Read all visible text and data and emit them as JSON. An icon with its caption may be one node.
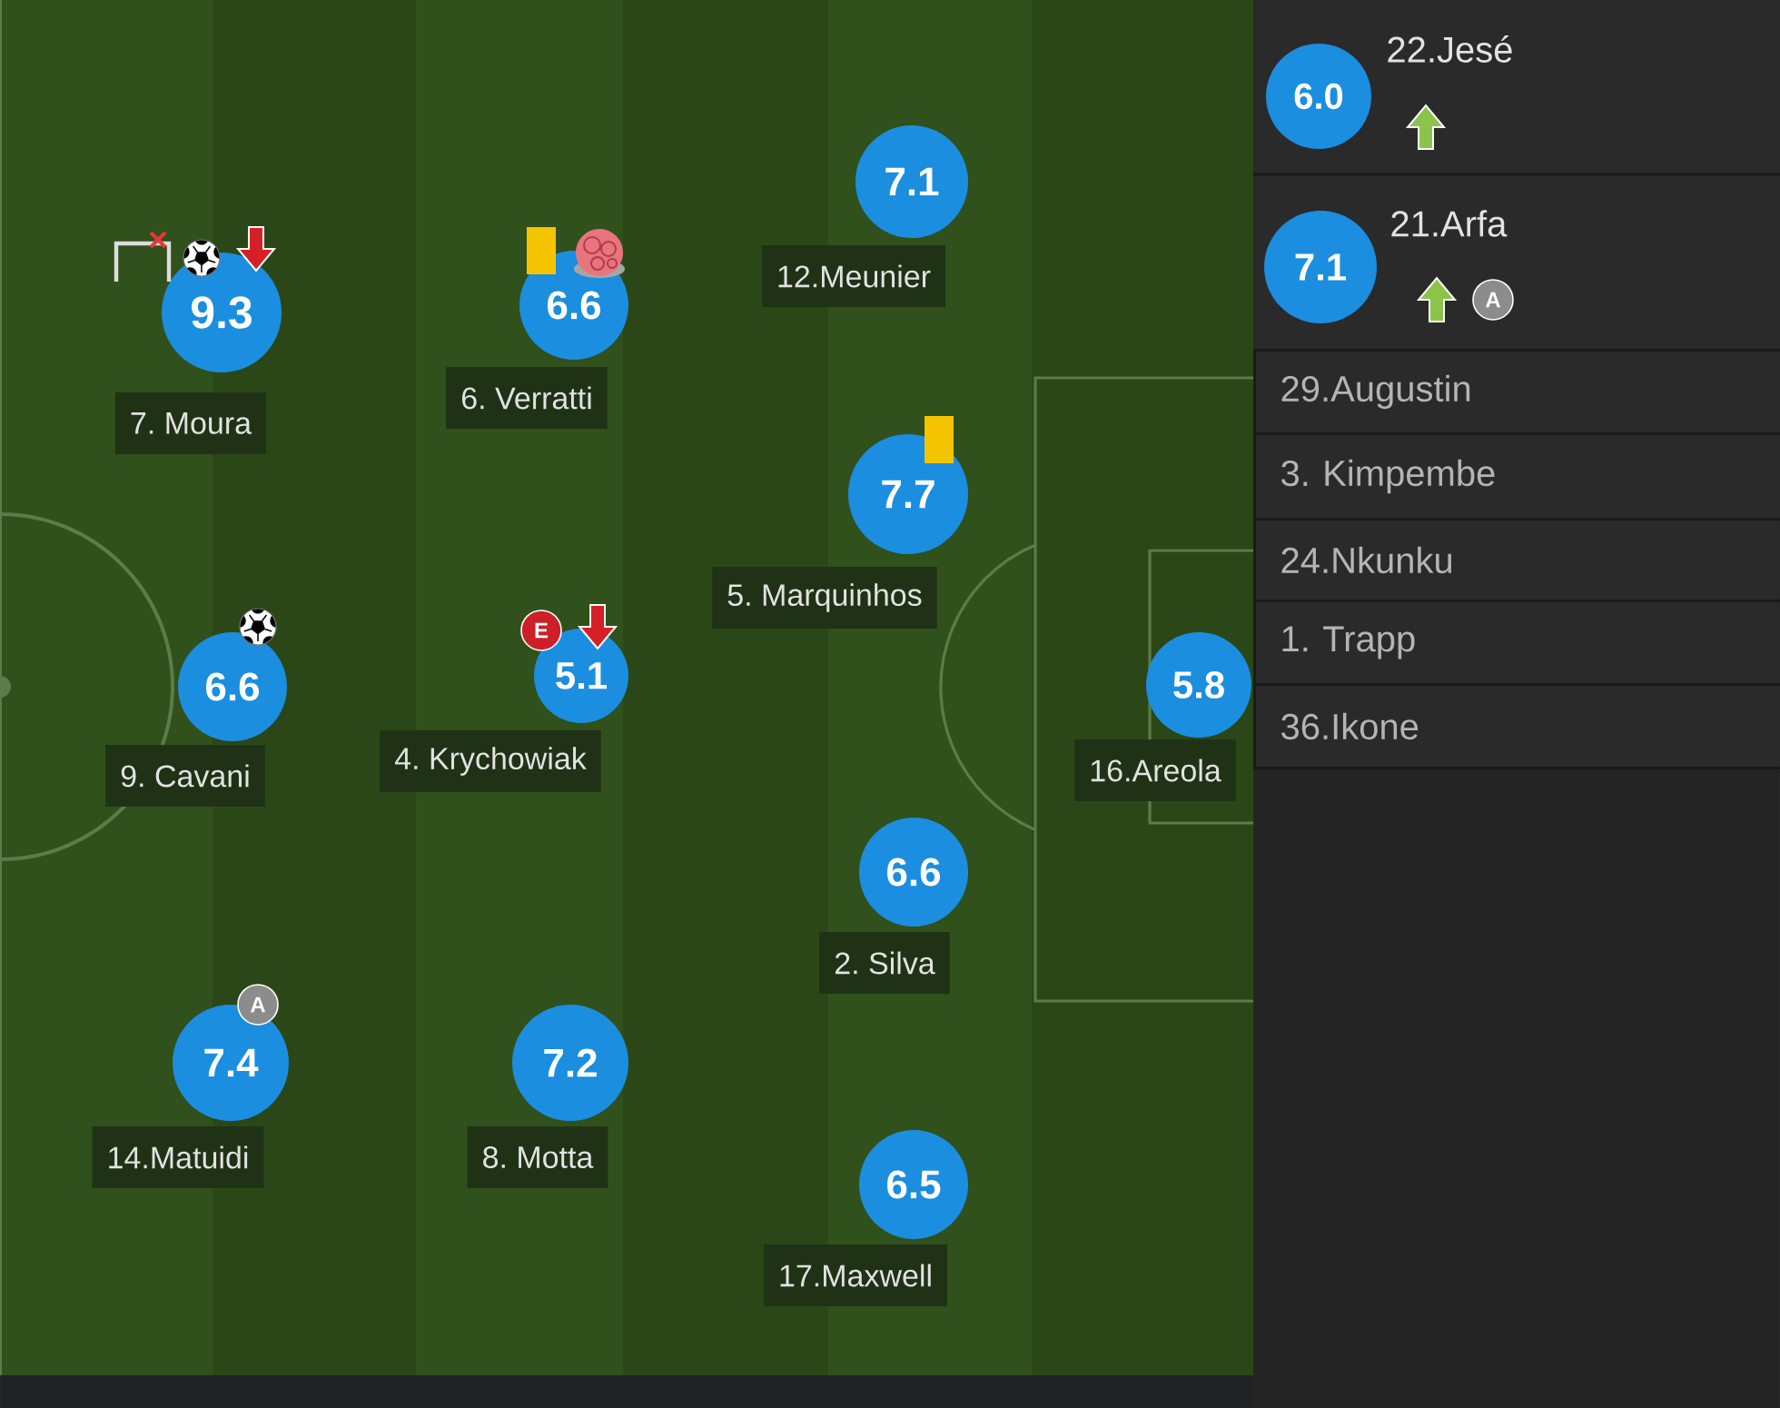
{
  "diagram": {
    "nodes": [
      {
        "text": [
          "9.3"
        ],
        "beside": [
          "7. Moura"
        ]
      },
      {
        "text": [
          "6.6"
        ],
        "beside": [
          "9. Cavani"
        ]
      },
      {
        "text": [
          "7.4"
        ],
        "beside": [
          "14.Matuidi"
        ]
      },
      {
        "text": [
          "6.6"
        ],
        "beside": [
          "6. Verratti"
        ]
      },
      {
        "text": [
          "5.1"
        ],
        "beside": [
          "4. Krychowiak"
        ]
      },
      {
        "text": [
          "7.2"
        ],
        "beside": [
          "8. Motta"
        ]
      },
      {
        "text": [
          "7.1"
        ],
        "beside": [
          "12.Meunier"
        ]
      },
      {
        "text": [
          "7.7"
        ],
        "beside": [
          "5. Marquinhos"
        ]
      },
      {
        "text": [
          "6.6"
        ],
        "beside": [
          "2. Silva"
        ]
      },
      {
        "text": [
          "6.5"
        ],
        "beside": [
          "17.Maxwell"
        ]
      },
      {
        "text": [
          "5.8"
        ],
        "beside": [
          "16.Areola"
        ]
      },
      {
        "text": [
          "6.0"
        ],
        "beside": [
          "22.Jesé"
        ]
      },
      {
        "text": [
          "7.1"
        ],
        "beside": [
          "21.Arfa"
        ]
      },
      {
        "text": [
          "29.Augustin"
        ]
      },
      {
        "text": [
          "3. Kimpembe"
        ]
      },
      {
        "text": [
          "24.Nkunku"
        ]
      },
      {
        "text": [
          "1. Trapp"
        ]
      },
      {
        "text": [
          "36.Ikone"
        ]
      }
    ],
    "labels": [
      "E",
      "A",
      "A"
    ]
  }
}
